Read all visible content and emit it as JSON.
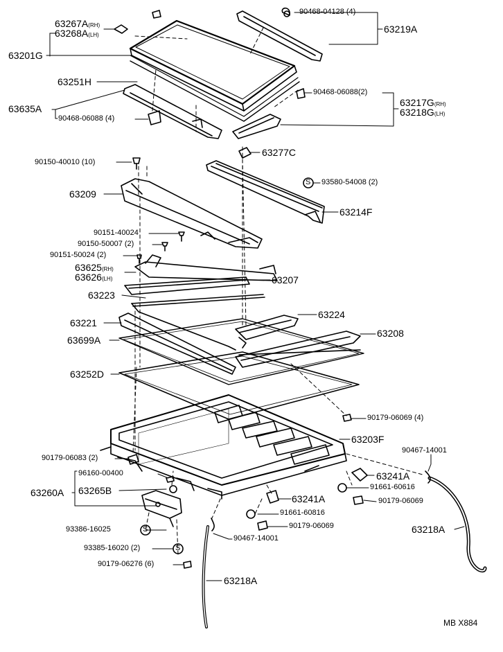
{
  "diagram": {
    "footer_code": "MB X884",
    "colors": {
      "ink": "#000000",
      "paper": "#ffffff"
    },
    "labels": {
      "p63267A": "63267A",
      "p63267A_side": "(RH)",
      "p63268A": "63268A",
      "p63268A_side": "(LH)",
      "p63201G": "63201G",
      "p63251H": "63251H",
      "p63635A": "63635A",
      "p90468_06088_4": "90468-06088 (4)",
      "p90468_04128": "90468-04128 (4)",
      "p63219A": "63219A",
      "p90468_06088_2": "90468-06088(2)",
      "p63217G": "63217G",
      "p63217G_side": "(RH)",
      "p63218G": "63218G",
      "p63218G_side": "(LH)",
      "p63277C": "63277C",
      "p90150_40010": "90150-40010 (10)",
      "p93580_54008": "93580-54008 (2)",
      "p63209": "63209",
      "p63214F": "63214F",
      "p90151_40024": "90151-40024",
      "p90150_50007": "90150-50007 (2)",
      "p90151_50024": "90151-50024 (2)",
      "p63625": "63625",
      "p63625_side": "(RH)",
      "p63626": "63626",
      "p63626_side": "(LH)",
      "p63207": "63207",
      "p63223": "63223",
      "p63224": "63224",
      "p63221": "63221",
      "p63208": "63208",
      "p63699A": "63699A",
      "p63252D": "63252D",
      "p90179_06069_4": "90179-06069 (4)",
      "p63203F": "63203F",
      "p90179_06083": "90179-06083 (2)",
      "p90467_14001_a": "90467-14001",
      "p96160_00400": "96160-00400",
      "p63241A_a": "63241A",
      "p63260A": "63260A",
      "p63265B": "63265B",
      "p91661_60616": "91661-60616",
      "p90179_06069": "90179-06069",
      "p63241A_b": "63241A",
      "p91661_60816": "91661-60816",
      "p90179_06069_b": "90179-06069",
      "p93386_16025": "93386-16025",
      "p93385_16020": "93385-16020 (2)",
      "p90467_14001_b": "90467-14001",
      "p90179_06276": "90179-06276 (6)",
      "p63218A_a": "63218A",
      "p63218A_b": "63218A",
      "s_symbol": "S"
    }
  }
}
